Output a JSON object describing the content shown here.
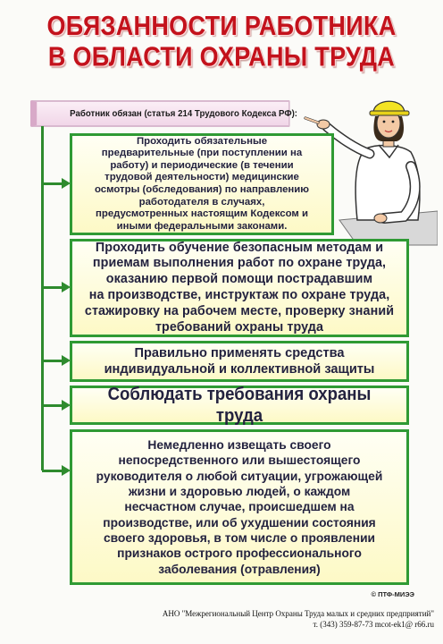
{
  "title": {
    "line1": "ОБЯЗАННОСТИ  РАБОТНИКА",
    "line2": "В ОБЛАСТИ ОХРАНЫ ТРУДА"
  },
  "header": {
    "text": "Работник обязан (статья 214 Трудового Кодекса РФ):"
  },
  "duties": [
    {
      "text": "Проходить обязательные\nпредварительные (при поступлении на\nработу) и периодические (в течении\nтрудовой деятельности) медицинские\nосмотры (обследования) по направлению\nработодателя в случаях,\nпредусмотренных настоящим Кодексом и\nиными федеральными законами."
    },
    {
      "text": "Проходить обучение безопасным методам и\nприемам выполнения работ по охране труда,\nоказанию первой помощи пострадавшим\nна производстве, инструктаж по охране труда,\nстажировку на рабочем месте, проверку знаний\nтребований охраны труда"
    },
    {
      "text": "Правильно применять средства\nиндивидуальной и коллективной защиты"
    },
    {
      "text": "Соблюдать требования охраны труда"
    },
    {
      "text": "Немедленно извещать своего\nнепосредственного или вышестоящего\nруководителя о любой ситуации, угрожающей\nжизни и здоровью людей, о каждом\nнесчастном случае, происшедшем на\nпроизводстве, или об ухудшении состояния\nсвоего здоровья, в том числе о проявлении\nпризнаков острого профессионального\nзаболевания (отравления)"
    }
  ],
  "copyright": "© ПТФ-МИЭЭ",
  "footer": {
    "line1": "АНО \"Межрегиональный Центр Охраны Труда малых и средних предприятий\"",
    "line2": "т. (343) 359-87-73    mcot-ek1@ r66.ru"
  },
  "colors": {
    "title_red": "#c3121c",
    "frame_green": "#2f9a34",
    "box_fill": "#fdf9c6",
    "header_pink": "#f1d6e8"
  }
}
